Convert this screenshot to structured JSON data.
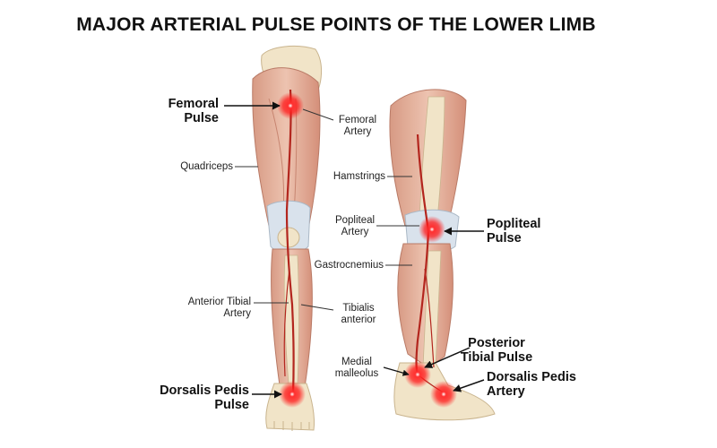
{
  "title": "MAJOR ARTERIAL PULSE POINTS OF THE LOWER LIMB",
  "colors": {
    "pulse": "#ff1a1a",
    "artery": "#b3261e",
    "muscle": "#e3b19c",
    "bone": "#f1e4c8",
    "tendon": "#d9e2ec"
  },
  "anterior_view": {
    "labels": {
      "femoral_pulse": "Femoral\nPulse",
      "femoral_artery": "Femoral\nArtery",
      "quadriceps": "Quadriceps",
      "anterior_tibial_artery": "Anterior Tibial\nArtery",
      "tibialis_anterior": "Tibialis\nanterior",
      "dorsalis_pedis_pulse": "Dorsalis Pedis\nPulse"
    }
  },
  "posterior_view": {
    "labels": {
      "hamstrings": "Hamstrings",
      "popliteal_artery": "Popliteal\nArtery",
      "popliteal_pulse": "Popliteal\nPulse",
      "gastrocnemius": "Gastrocnemius",
      "posterior_tibial_pulse": "Posterior\nTibial Pulse",
      "medial_malleolus": "Medial\nmalleolus",
      "dorsalis_pedis_artery": "Dorsalis Pedis\nArtery"
    }
  }
}
